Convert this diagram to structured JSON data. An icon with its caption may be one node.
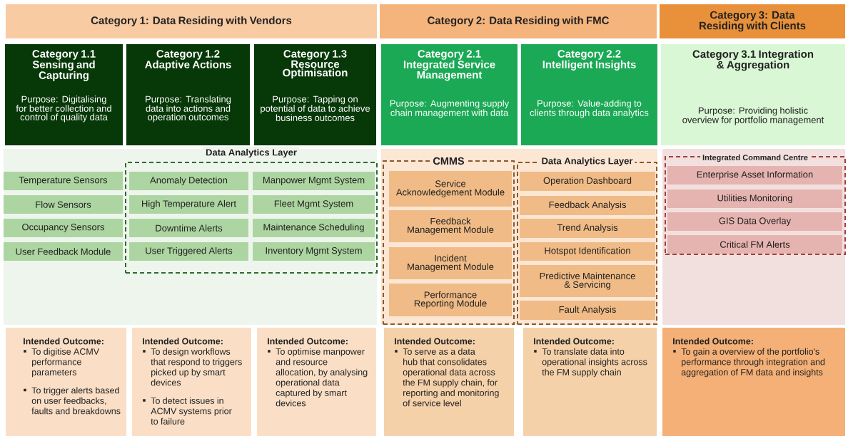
{
  "diagram": {
    "nodes": [
      {
        "text": [
          "Category 1: Data Residing with Vendors"
        ]
      },
      {
        "text": [
          "Category 2: Data Residing with FMC"
        ]
      },
      {
        "text": [
          "Category 3: Data Residing with Clients"
        ]
      },
      {
        "text": [
          "Category 1.1 Sensing and Capturing",
          "Purpose: Digitalising for better collection and control of quality data"
        ]
      },
      {
        "text": [
          "Category 1.2 Adaptive Actions",
          "Purpose: Translating data into actions and operation outcomes"
        ]
      },
      {
        "text": [
          "Category 1.3 Resource Optimisation",
          "Purpose: Tapping on potential of data to achieve business outcomes"
        ]
      },
      {
        "text": [
          "Category 2.1 Integrated Service Management",
          "Purpose: Augmenting supply chain management with data"
        ]
      },
      {
        "text": [
          "Category 2.2 Intelligent Insights",
          "Purpose: Value-adding to clients through data analytics"
        ]
      },
      {
        "text": [
          "Category 3.1 Integration & Aggregation",
          "Purpose: Providing holistic overview for portfolio management"
        ]
      },
      {
        "text": [
          "Data Analytics Layer"
        ]
      },
      {
        "text": [
          "Temperature Sensors"
        ]
      },
      {
        "text": [
          "Anomaly Detection"
        ],
        "in": 9
      },
      {
        "text": [
          "Manpower Mgmt System"
        ],
        "in": 9
      },
      {
        "text": [
          "Flow Sensors"
        ]
      },
      {
        "text": [
          "High Temperature Alert"
        ],
        "in": 9
      },
      {
        "text": [
          "Fleet Mgmt System"
        ],
        "in": 9
      },
      {
        "text": [
          "Occupancy Sensors"
        ]
      },
      {
        "text": [
          "Downtime Alerts"
        ],
        "in": 9
      },
      {
        "text": [
          "Maintenance Scheduling"
        ],
        "in": 9
      },
      {
        "text": [
          "User Feedback Module"
        ]
      },
      {
        "text": [
          "User Triggered Alerts"
        ],
        "in": 9
      },
      {
        "text": [
          "Inventory Mgmt System"
        ],
        "in": 9
      },
      {
        "text": [
          "CMMS"
        ]
      },
      {
        "text": [
          "Service Acknowledgement Module"
        ],
        "in": 22
      },
      {
        "text": [
          "Feedback Management Module"
        ],
        "in": 22
      },
      {
        "text": [
          "Incident Management Module"
        ],
        "in": 22
      },
      {
        "text": [
          "Performance Reporting Module"
        ],
        "in": 22
      },
      {
        "text": [
          "Data Analytics Layer"
        ]
      },
      {
        "text": [
          "Operation Dashboard"
        ],
        "in": 27
      },
      {
        "text": [
          "Feedback Analysis"
        ],
        "in": 27
      },
      {
        "text": [
          "Trend Analysis"
        ],
        "in": 27
      },
      {
        "text": [
          "Hotspot Identification"
        ],
        "in": 27
      },
      {
        "text": [
          "Predictive Maintenance & Servicing"
        ],
        "in": 27
      },
      {
        "text": [
          "Fault Analysis"
        ],
        "in": 27
      },
      {
        "text": [
          "Integrated Command Centre"
        ]
      },
      {
        "text": [
          "Enterprise Asset Information"
        ],
        "in": 34
      },
      {
        "text": [
          "Utilities Monitoring"
        ],
        "in": 34
      },
      {
        "text": [
          "GIS Data Overlay"
        ],
        "in": 34
      },
      {
        "text": [
          "Critical FM Alerts"
        ],
        "in": 34
      },
      {
        "text": [
          "Intended Outcome:",
          "To digitise ACMV performance parameters",
          "To trigger alerts based on user feedbacks, faults and breakdowns"
        ]
      },
      {
        "text": [
          "Intended Outcome:",
          "To design workflows that respond to triggers picked up by smart devices",
          "To detect issues in ACMV systems prior to failure"
        ]
      },
      {
        "text": [
          "Intended Outcome:",
          "To optimise manpower and resource allocation, by analysing operational data captured by smart devices"
        ]
      },
      {
        "text": [
          "Intended Outcome:",
          "To serve as a data hub that consolidates operational data across the FM supply chain, for reporting and monitoring of service level"
        ]
      },
      {
        "text": [
          "Intended Outcome:",
          "To translate data into operational insights across the FM supply chain"
        ]
      },
      {
        "text": [
          "Intended Outcome:",
          "To gain a overview of the portfolio's performance through integration and aggregation of FM data and insights"
        ]
      }
    ]
  }
}
